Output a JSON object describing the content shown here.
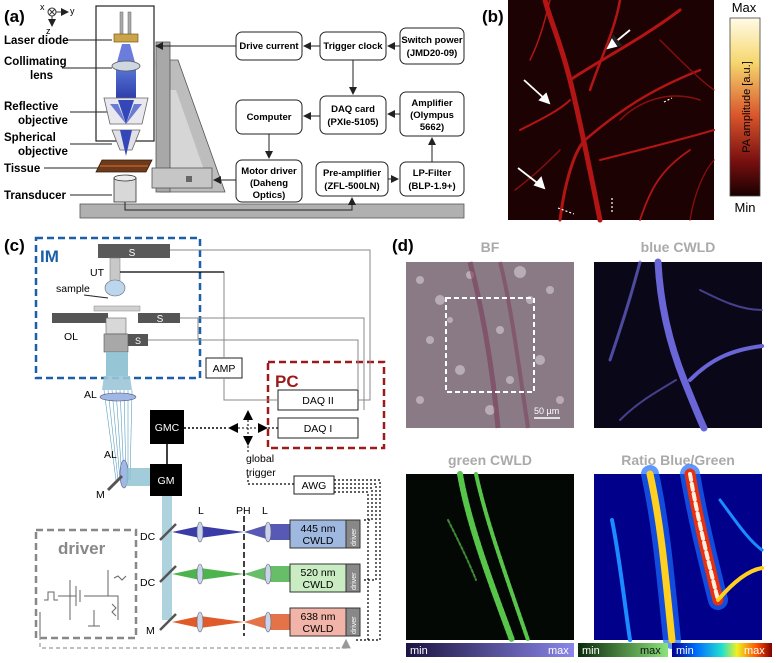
{
  "panel_a": {
    "label": "(a)",
    "axis": {
      "x": "x",
      "y": "y",
      "z": "z"
    },
    "left_labels": [
      "Laser diode",
      "Collimating",
      "lens",
      "Reflective",
      "objective",
      "Spherical",
      "objective",
      "Tissue",
      "Transducer"
    ],
    "boxes": {
      "drive_current": "Drive current",
      "trigger_clock": "Trigger clock",
      "switch_power_1": "Switch power",
      "switch_power_2": "(JMD20-09)",
      "computer": "Computer",
      "daq_card_1": "DAQ card",
      "daq_card_2": "(PXIe-5105)",
      "amplifier_1": "Amplifier",
      "amplifier_2": "(Olympus",
      "amplifier_3": "5662)",
      "motor_driver_1": "Motor driver",
      "motor_driver_2": "(Daheng",
      "motor_driver_3": "Optics)",
      "preamp_1": "Pre-amplifier",
      "preamp_2": "(ZFL-500LN)",
      "lpfilter_1": "LP-Filter",
      "lpfilter_2": "(BLP-1.9+)"
    }
  },
  "panel_b": {
    "label": "(b)",
    "colorbar_max": "Max",
    "colorbar_min": "Min",
    "colorbar_title": "PA amplitude [a.u.]"
  },
  "panel_c": {
    "label": "(c)",
    "IM": "IM",
    "PC": "PC",
    "UT": "UT",
    "S": "S",
    "sample": "sample",
    "OL": "OL",
    "AMP": "AMP",
    "DAQII": "DAQ II",
    "DAQI": "DAQ I",
    "AL": "AL",
    "GMC": "GMC",
    "GM": "GM",
    "M": "M",
    "global": "global",
    "trigger": "trigger",
    "AWG": "AWG",
    "L": "L",
    "PH": "PH",
    "DC": "DC",
    "driver": "driver",
    "cwld_445_1": "445 nm",
    "cwld_520_1": "520 nm",
    "cwld_638_1": "638 nm",
    "cwld": "CWLD"
  },
  "panel_d": {
    "label": "(d)",
    "bf": "BF",
    "blue": "blue CWLD",
    "green": "green CWLD",
    "ratio": "Ratio Blue/Green",
    "scale": "50 µm",
    "min": "min",
    "max": "max"
  },
  "colors": {
    "im_blue": "#1a5fa8",
    "pc_red": "#9b1b1b",
    "box_445": "#9fb8e0",
    "box_520": "#c9ecc2",
    "box_638": "#f2b4a8"
  }
}
